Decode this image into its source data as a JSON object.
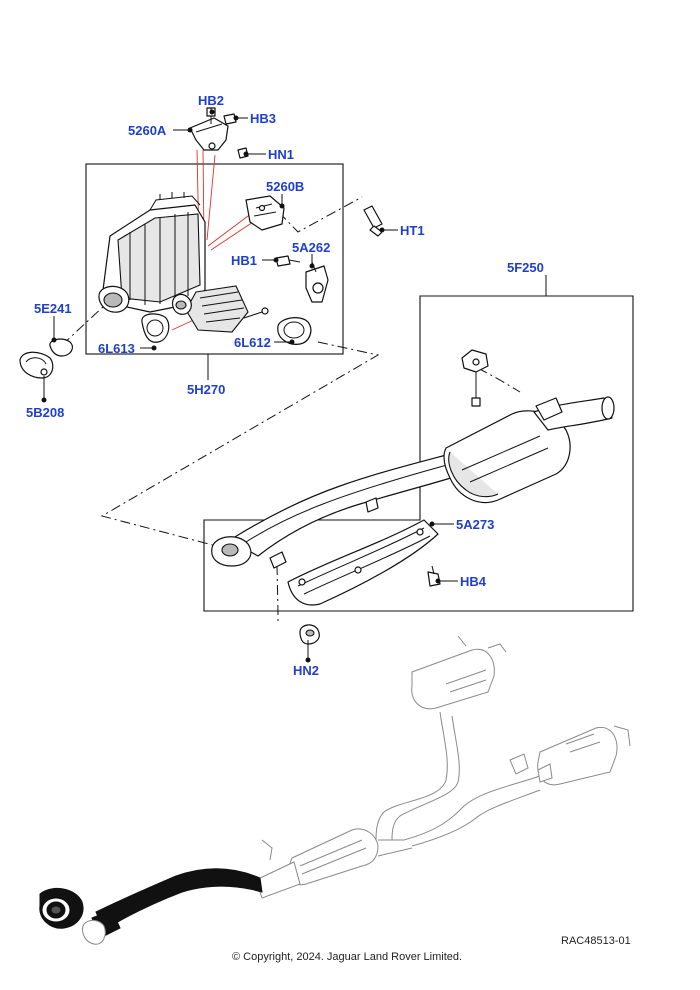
{
  "callouts": {
    "hb2": "HB2",
    "hb3": "HB3",
    "p5260a": "5260A",
    "hn1": "HN1",
    "p5260b": "5260B",
    "ht1": "HT1",
    "hb1": "HB1",
    "p5a262": "5A262",
    "p5f250": "5F250",
    "p5e241": "5E241",
    "p6l613": "6L613",
    "p6l612": "6L612",
    "p5h270": "5H270",
    "p5b208": "5B208",
    "p5a273": "5A273",
    "hb4": "HB4",
    "hn2": "HN2"
  },
  "footer": {
    "reference": "RAC48513-01",
    "copyright": "© Copyright, 2024. Jaguar Land Rover Limited."
  },
  "colors": {
    "callout": "#1f3fcf",
    "highlight_lines": "#e0302a",
    "linework": "#111111"
  }
}
